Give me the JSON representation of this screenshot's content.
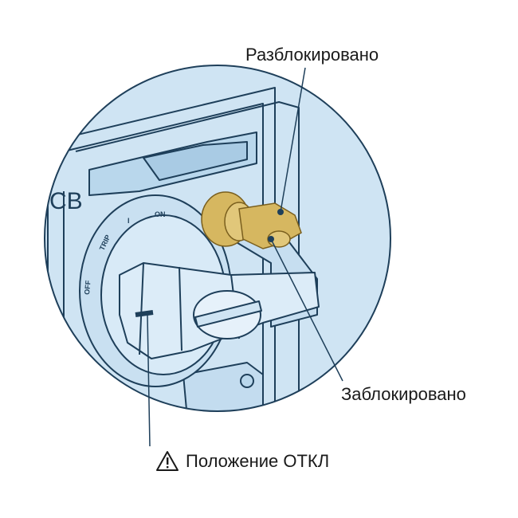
{
  "labels": {
    "unlocked": "Разблокировано",
    "locked": "Заблокировано",
    "off_position": "Положение ОТКЛ"
  },
  "device_marks": {
    "brand": "CB",
    "trip": "TRIP",
    "off": "OFF",
    "on": "ON",
    "one": "I"
  },
  "icons": {
    "warning": "warning-triangle-icon",
    "key": "key-icon"
  },
  "colors": {
    "circle_fill": "#cfe4f3",
    "outline": "#1e3f5a",
    "key": "#d6b760",
    "text": "#1a1a1a"
  }
}
